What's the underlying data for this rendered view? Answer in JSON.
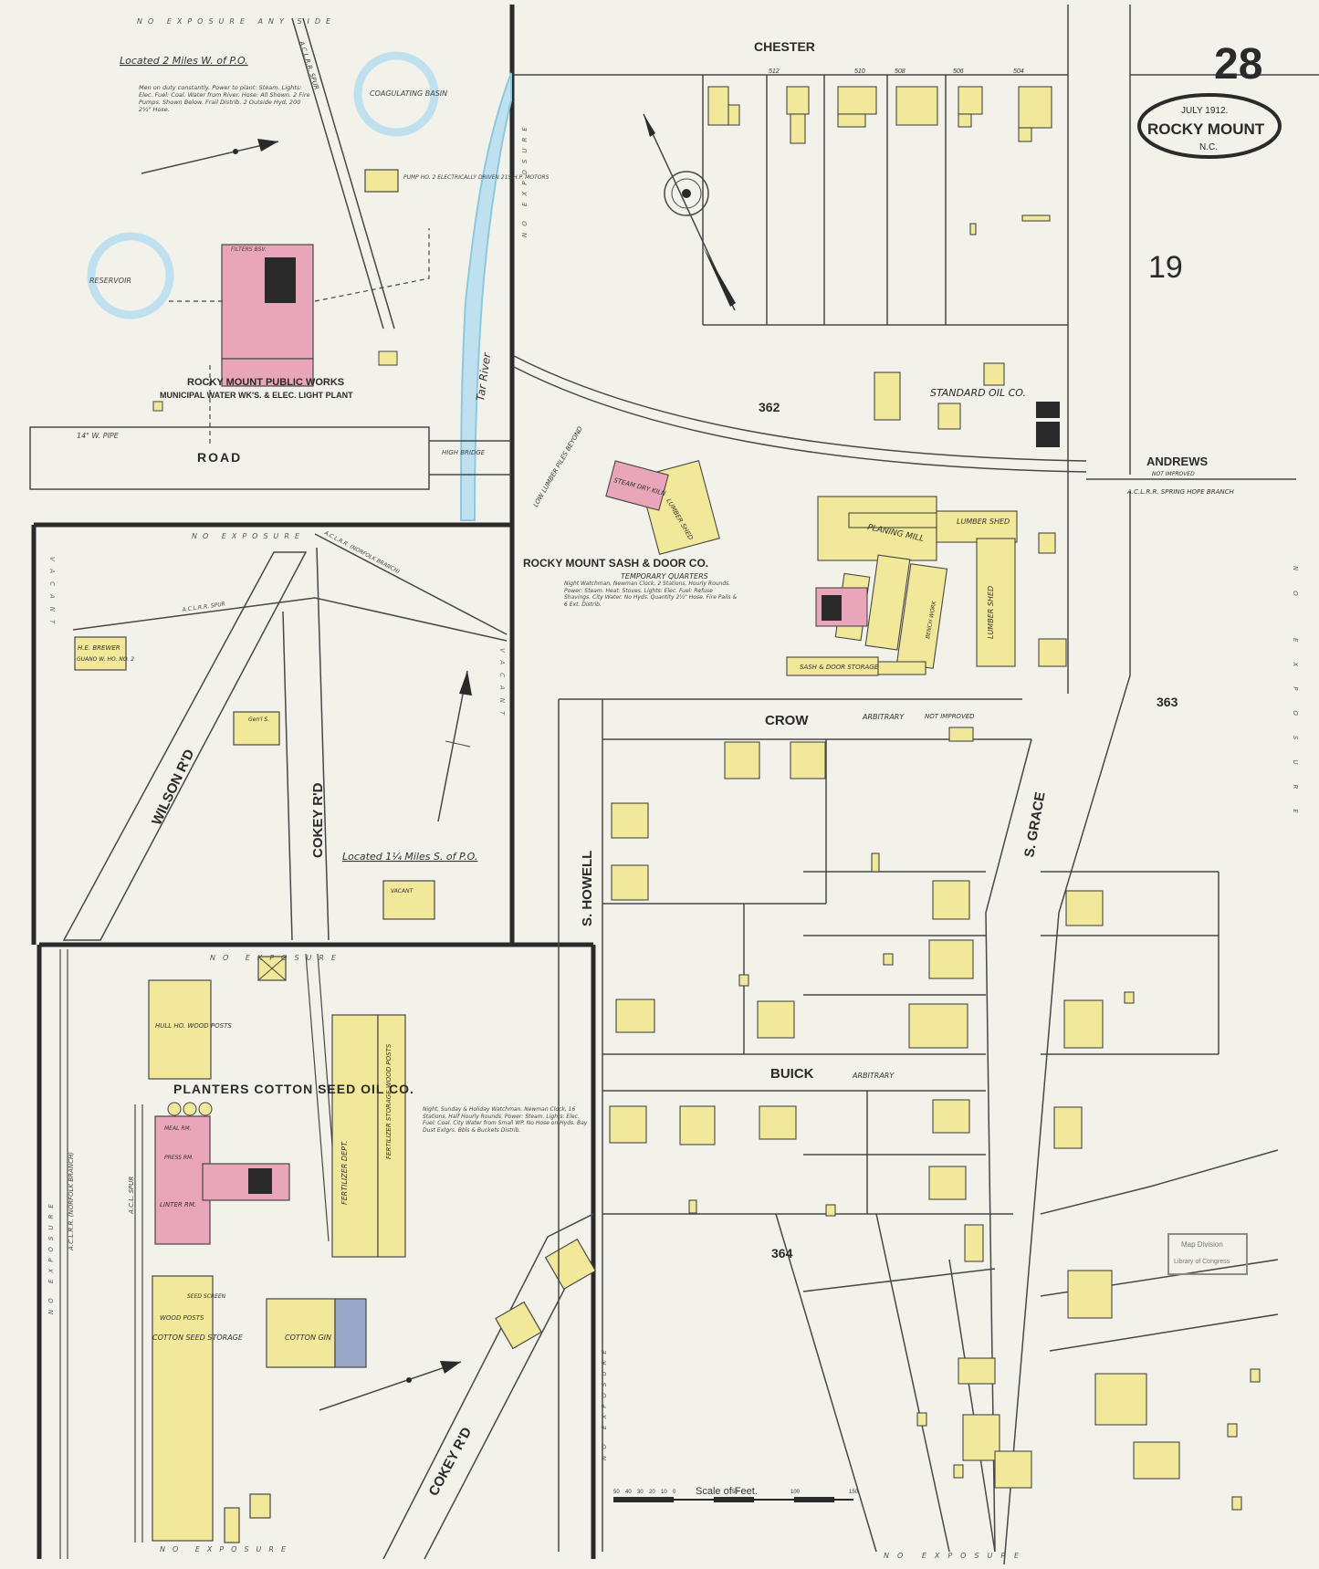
{
  "sheet": {
    "page_number": "28",
    "cartouche": {
      "date": "JULY 1912.",
      "city": "ROCKY MOUNT",
      "state": "N.C."
    },
    "volume_mark": "19",
    "stamp": [
      "Map Division",
      "Library of Congress"
    ],
    "scale": {
      "label": "Scale of Feet.",
      "ticks": [
        "50",
        "40",
        "30",
        "20",
        "10",
        "0",
        "50",
        "100",
        "150"
      ]
    }
  },
  "inset_top_left": {
    "location_note": "Located 2 Miles W. of P.O.",
    "notes": "Men on duty constantly. Power to plant: Steam. Lights: Elec. Fuel: Coal. Water from River. Hose: All Shown. 2 Fire Pumps. Shown Below. Frail Distrib. 2 Outside Hyd. 200 2½\" Hose.",
    "reservoir": "RESERVOIR",
    "coagulating_basin": "COAGULATING BASIN",
    "pump_house": "PUMP HO. 2 ELECTRICALLY DRIVEN 215 H.P. MOTORS",
    "filters": "FILTERS BSV.",
    "plant_title_1": "ROCKY MOUNT PUBLIC WORKS",
    "plant_title_2": "MUNICIPAL WATER WK'S. & ELEC. LIGHT PLANT",
    "road": "ROAD",
    "river": "Tar River",
    "bridge": "HIGH BRIDGE",
    "pipe": "14\" W. PIPE",
    "spur": "A.C.L.R.R. SPUR",
    "exposure": "NO EXPOSURE ANY SIDE"
  },
  "inset_mid_left": {
    "location_note": "Located 1¼ Miles S. of P.O.",
    "brewer": [
      "H.E. BREWER",
      "GUANO W. HO. NO. 2"
    ],
    "wilson": "WILSON R'D",
    "cokey": "COKEY R'D",
    "spur": "A.C.L.R.R. SPUR",
    "branch": "A.C.L.R.R. (NORFOLK BRANCH)",
    "vacant": "VACANT",
    "dwelling": "VACANT",
    "gens": "Gen'l S.",
    "exposure": "NO EXPOSURE"
  },
  "inset_bottom_left": {
    "company": "PLANTERS COTTON SEED OIL CO.",
    "notes": "Night, Sunday & Holiday Watchman. Newman Clock, 16 Stations, Half Hourly Rounds. Power: Steam. Lights: Elec. Fuel: Coal. City Water from Small WP. No Hose on Hyds. Bay Dust Extgrs. Bbls & Buckets Distrib.",
    "hull_ho": "HULL HO. WOOD POSTS",
    "fertilizer": "FERTILIZER DEPT.",
    "fert_storage": "FERTILIZER STORAGE WOOD POSTS",
    "cotton_seed": "COTTON SEED STORAGE",
    "seed_screen": "SEED SCREEN",
    "wood_posts": "WOOD POSTS",
    "gin": "COTTON GIN",
    "linter": "LINTER RM.",
    "meal": "MEAL RM.",
    "press": "PRESS RM.",
    "cokey": "COKEY R'D",
    "branch": "A.C.L.R.R. (NORFOLK BRANCH)",
    "spur": "A.C.L. SPUR",
    "exposure_top": "NO EXPOSURE",
    "exposure_bottom": "NO EXPOSURE",
    "exposure_left": "NO EXPOSURE"
  },
  "main": {
    "streets": {
      "chester": "CHESTER",
      "crow": "CROW",
      "buick": "BUICK",
      "andrews": "ANDREWS",
      "andrews_note": "NOT IMPROVED",
      "s_howell": "S. HOWELL",
      "s_grace": "S. GRACE",
      "arbitrary_1": "ARBITRARY",
      "arbitrary_2": "ARBITRARY",
      "not_improved": "NOT IMPROVED",
      "railroad": "A.C.L.R.R. SPRING HOPE BRANCH"
    },
    "blocks": {
      "b362": "362",
      "b363": "363",
      "b364": "364"
    },
    "house_numbers": [
      "512",
      "510",
      "508",
      "506",
      "504"
    ],
    "standard_oil": "STANDARD OIL CO.",
    "sash_door": {
      "title": "ROCKY MOUNT SASH & DOOR CO.",
      "subtitle": "TEMPORARY QUARTERS",
      "notes": "Night Watchman, Newman Clock, 2 Stations, Hourly Rounds. Power: Steam. Heat: Stoves. Lights: Elec. Fuel: Refuse Shavings. City Water. No Hyds. Quantity 2½\" Hose. Fire Pails & 6 Ext. Distrib."
    },
    "planing_mill": "PLANING MILL",
    "lumber_shed_1": "LUMBER SHED",
    "lumber_shed_2": "LUMBER SHED",
    "lumber_shed_3": "LUMBER SHED",
    "sash_storage": "SASH & DOOR STORAGE",
    "dry_kiln": "STEAM DRY KILN",
    "piles": "LOW LUMBER PILES BEYOND",
    "bench_work": "BENCH WORK",
    "exposure_bottom": "NO EXPOSURE",
    "exposure_left": "NO EXPOSURE",
    "exposure_right": "NO EXPOSURE"
  },
  "colors": {
    "paper": "#f3f2ea",
    "frame": "#2a2a2a",
    "line": "#474747",
    "dwelling": "#f2e89a",
    "brick": "#e9a5b9",
    "stone": "#9aa9c9",
    "water": "#bfe0ee",
    "water_edge": "#8cc8de"
  },
  "icons": [
    "compass-rose-icon",
    "north-arrow-icon",
    "map-division-stamp-icon"
  ]
}
